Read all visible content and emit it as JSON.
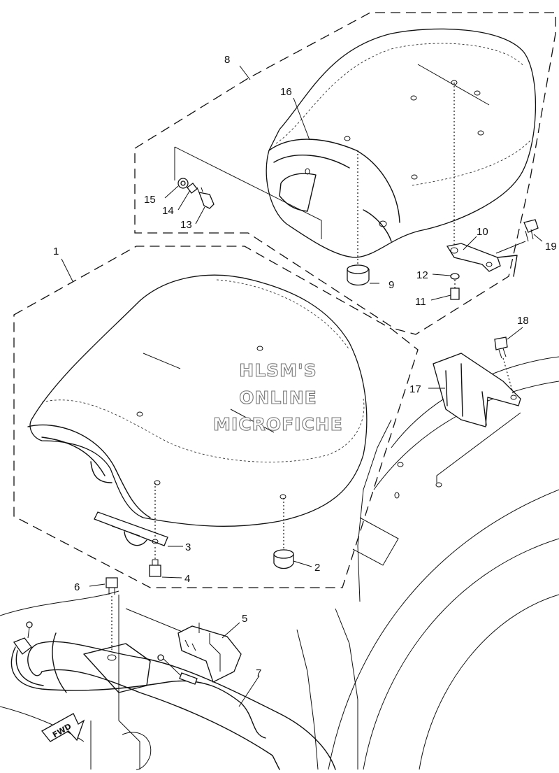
{
  "watermark": {
    "line1": "HLSM'S",
    "line2": "ONLINE",
    "line3": "MICROFICHE"
  },
  "direction_badge": "FWD",
  "callouts": [
    "1",
    "2",
    "3",
    "4",
    "5",
    "6",
    "7",
    "8",
    "9",
    "10",
    "11",
    "12",
    "13",
    "14",
    "15",
    "16",
    "17",
    "18",
    "19"
  ],
  "colors": {
    "line": "#111111",
    "watermark_outline": "#777777",
    "background": "#ffffff"
  }
}
